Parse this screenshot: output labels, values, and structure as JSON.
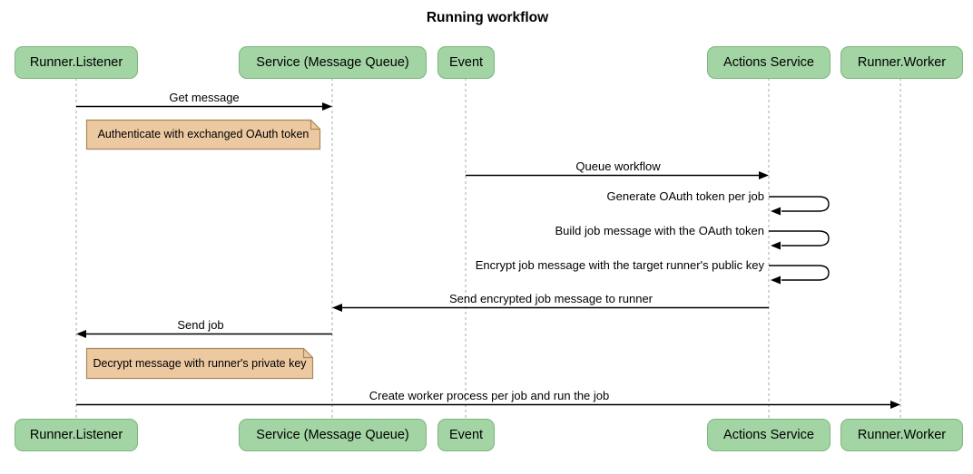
{
  "title": "Running workflow",
  "participants": [
    {
      "name": "Runner.Listener"
    },
    {
      "name": "Service (Message Queue)"
    },
    {
      "name": "Event"
    },
    {
      "name": "Actions Service"
    },
    {
      "name": "Runner.Worker"
    }
  ],
  "messages": [
    {
      "label": "Get message",
      "from": "Runner.Listener",
      "to": "Service (Message Queue)"
    },
    {
      "label": "Queue workflow",
      "from": "Event",
      "to": "Actions Service"
    },
    {
      "label": "Generate OAuth token per job",
      "from": "Actions Service",
      "to": "Actions Service"
    },
    {
      "label": "Build job message with the OAuth token",
      "from": "Actions Service",
      "to": "Actions Service"
    },
    {
      "label": "Encrypt job message with the target runner's public key",
      "from": "Actions Service",
      "to": "Actions Service"
    },
    {
      "label": "Send encrypted job message to runner",
      "from": "Actions Service",
      "to": "Service (Message Queue)"
    },
    {
      "label": "Send job",
      "from": "Service (Message Queue)",
      "to": "Runner.Listener"
    },
    {
      "label": "Create worker process per job and run the job",
      "from": "Runner.Listener",
      "to": "Runner.Worker"
    }
  ],
  "notes": [
    {
      "text": "Authenticate with exchanged OAuth token",
      "over": "Runner.Listener"
    },
    {
      "text": "Decrypt message with runner's private key",
      "over": "Runner.Listener"
    }
  ],
  "colors": {
    "actor_fill": "#a2d4a4",
    "actor_stroke": "#7db57f",
    "note_fill": "#ecc9a1",
    "note_stroke": "#a98a58",
    "message_line": "#000000",
    "lifeline": "#a8a8a8",
    "background": "#ffffff"
  }
}
